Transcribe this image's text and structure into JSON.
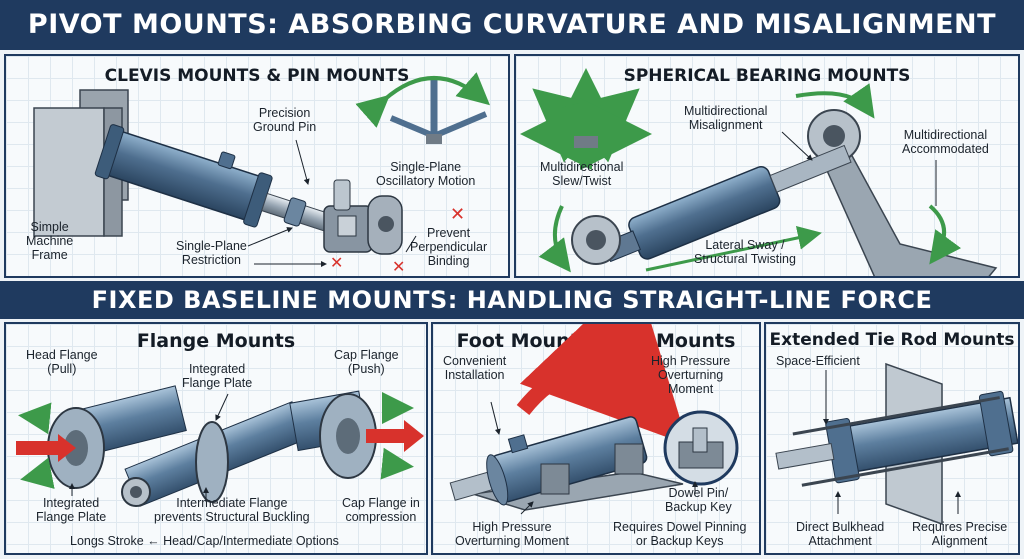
{
  "banners": {
    "top": "PIVOT MOUNTS: ABSORBING CURVATURE AND MISALIGNMENT",
    "middle": "FIXED BASELINE MOUNTS: HANDLING STRAIGHT-LINE FORCE"
  },
  "clevis": {
    "title": "CLEVIS MOUNTS & PIN MOUNTS",
    "labels": {
      "precision_pin": [
        "Precision",
        "Ground Pin"
      ],
      "oscillatory": [
        "Single-Plane",
        "Oscillatory Motion"
      ],
      "machine_frame": [
        "Simple",
        "Machine",
        "Frame"
      ],
      "restriction": [
        "Single-Plane",
        "Restriction"
      ],
      "prevent_binding": [
        "Prevent",
        "Perpendicular",
        "Binding"
      ]
    }
  },
  "spherical": {
    "title": "SPHERICAL BEARING MOUNTS",
    "labels": {
      "misalignment": [
        "Multidirectional",
        "Misalignment"
      ],
      "accommodated": [
        "Multidirectional",
        "Accommodated"
      ],
      "slew": [
        "Multidirectional",
        "Slew/Twist"
      ],
      "sway": [
        "Lateral Sway /",
        "Structural Twisting"
      ]
    }
  },
  "flange": {
    "title": "Flange Mounts",
    "labels": {
      "head_flange": [
        "Head Flange",
        "(Pull)"
      ],
      "integrated_top": [
        "Integrated",
        "Flange Plate"
      ],
      "cap_flange": [
        "Cap Flange",
        "(Push)"
      ],
      "integrated_bottom": [
        "Integrated",
        "Flange Plate"
      ],
      "intermediate": [
        "Intermediate Flange",
        "prevents Structural Buckling"
      ],
      "cap_compression": [
        "Cap Flange in",
        "compression"
      ],
      "long_stroke": "Longs Stroke ← Head/Cap/Intermediate Options"
    }
  },
  "foot": {
    "title": "Foot Mounts / Lug Mounts",
    "labels": {
      "convenient": [
        "Convenient",
        "Installation"
      ],
      "overturning_top": [
        "High Pressure",
        "Overturning",
        "Moment"
      ],
      "dowel_pin": [
        "Dowel Pin/",
        "Backup Key"
      ],
      "overturning_bottom": [
        "High Pressure",
        "Overturning Moment"
      ],
      "requires_dowel": [
        "Requires Dowel Pinning",
        "or Backup Keys"
      ]
    }
  },
  "tierod": {
    "title": "Extended Tie Rod Mounts",
    "labels": {
      "space_efficient": "Space-Efficient",
      "bulkhead": [
        "Direct Bulkhead",
        "Attachment"
      ],
      "precise": [
        "Requires Precise",
        "Alignment"
      ]
    }
  },
  "colors": {
    "navy": "#1f3a5f",
    "steel": "#4f6f8f",
    "green": "#3d9a4a",
    "red": "#d8322c"
  }
}
